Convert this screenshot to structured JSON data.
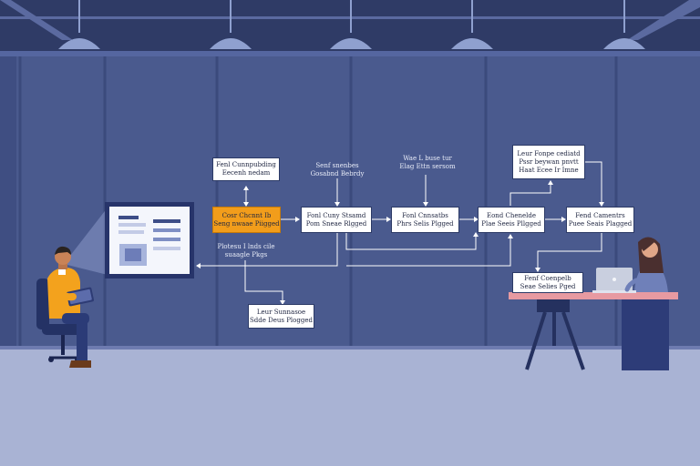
{
  "colors": {
    "wall": "#4a5a8e",
    "ceiling": "#2f3b66",
    "floor": "#a9b3d4",
    "node_fill": "#ffffff",
    "active_node_fill": "#f29d1b",
    "connector": "#ffffff",
    "desk_top": "#e79aa1",
    "person_shirt": "#f3a21d"
  },
  "flow": {
    "top_box": {
      "line1": "Fenl Cunnpubding",
      "line2": "Eecenh nedam"
    },
    "active_box": {
      "line1": "Cosr Chcnnt Ib",
      "line2": "Seng nwaae Piigged"
    },
    "mid_label": {
      "line1": "Plotesu I lnds cile",
      "line2": "suaagle Pkgs"
    },
    "bottom_box": {
      "line1": "Leur Sunnasoe",
      "line2": "Sdde Deus Plogged"
    },
    "box_2_label": {
      "line1": "Senf snenbes",
      "line2": "Gosabnd Bebrdy"
    },
    "box_2": {
      "line1": "Fonl Cuny Stsamd",
      "line2": "Pom Sneae Rlgged"
    },
    "box_3_label": {
      "line1": "Wae L buse tur",
      "line2": "Elag Ettn sersom"
    },
    "box_3": {
      "line1": "Fonl Cnnsatbs",
      "line2": "Phrs Selis Plgged"
    },
    "box_4": {
      "line1": "Eond Chenelde",
      "line2": "Plae Seeis Pllgged"
    },
    "box_5": {
      "line1": "Fend Camentrs",
      "line2": "Puee Seais Plagged"
    },
    "top_right_box": {
      "line1": "Leur Fonpe cediatd",
      "line2": "Pssr beywan pnvtt",
      "line3": "Haat Ecee Ir Imne"
    },
    "desk_box": {
      "line1": "Fenf Coenpelb",
      "line2": "Seae Selies Pged"
    }
  }
}
